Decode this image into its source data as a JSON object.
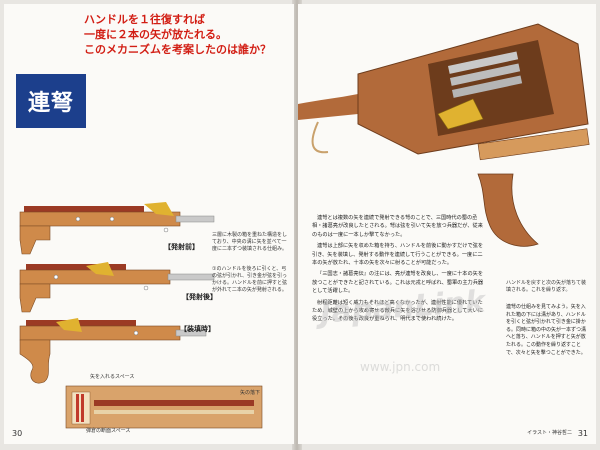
{
  "headline": {
    "line1": "ハンドルを１往復すれば",
    "line2": "一度に２本の矢が放たれる。",
    "line3": "このメカニズムを考案したのは誰か？"
  },
  "title": "連弩",
  "diagram_labels": {
    "before_fire": "【発射前】",
    "after_fire": "【発射後】",
    "loading": "【装填時】"
  },
  "left_notes": {
    "note1": "三層に木製の箱を重ねた構造をしており、中央の溝に矢を並べて一度に二本ずつ装填される仕組み。",
    "note2": "①のハンドルを後ろに引くと、弓の弦が引かれ、引き金が弦を引っかける。ハンドルを前に押すと弦が外れて二本の矢が発射される。",
    "note3": "ハンドルを戻すと次の矢が落ちて装填される。これを繰り返す。"
  },
  "bottom_labels": {
    "arrow_space": "矢を入れるスペース",
    "arrow_drop": "矢の落下",
    "cutaway": "弾倉の断面スペース"
  },
  "body": {
    "p1": "連弩とは複数の矢を連続で発射できる弩のことで、三国時代の蜀の丞相・諸葛亮が改良したとされる。弩は弦を引いて矢を放つ兵器だが、従来のものは一度に一本しか撃てなかった。",
    "p2": "連弩は上部に矢を収めた箱を持ち、ハンドルを前後に動かすだけで弦を引き、矢を装填し、発射する動作を連続して行うことができる。一度に二本の矢が放たれ、十本の矢を次々に射ることが可能だった。",
    "p3": "『三国志・諸葛亮伝』の注には、亮が連弩を改良し、一度に十本の矢を放つことができたと記されている。これは元戎と呼ばれ、蜀軍の主力兵器として活躍した。",
    "p4": "射程距離は短く威力もそれほど高くなかったが、連射性能に優れていたため、城壁の上から攻め寄せる敵兵に矢を浴びせる防御兵器として大いに役立った。その後も改良が重ねられ、明代まで使われ続けた。"
  },
  "side_body": "連弩の仕組みを見てみよう。矢を入れた箱の下には溝があり、ハンドルを引くと弦が引かれて引き金に掛かる。同時に箱の中の矢が一本ずつ溝へと落ち、ハンドルを押すと矢が放たれる。この動作を繰り返すことで、次々と矢を撃つことができた。",
  "page_left": "30",
  "page_right": "31",
  "caption": "イラスト・神谷哲二",
  "watermark": "JapanLink",
  "watermark_sub": "www.jpn.com",
  "colors": {
    "title_bg": "#1c3f8c",
    "headline": "#d21e14",
    "wood": "#b26a3a",
    "metal": "#b9b9b9",
    "gold": "#e0b230"
  }
}
